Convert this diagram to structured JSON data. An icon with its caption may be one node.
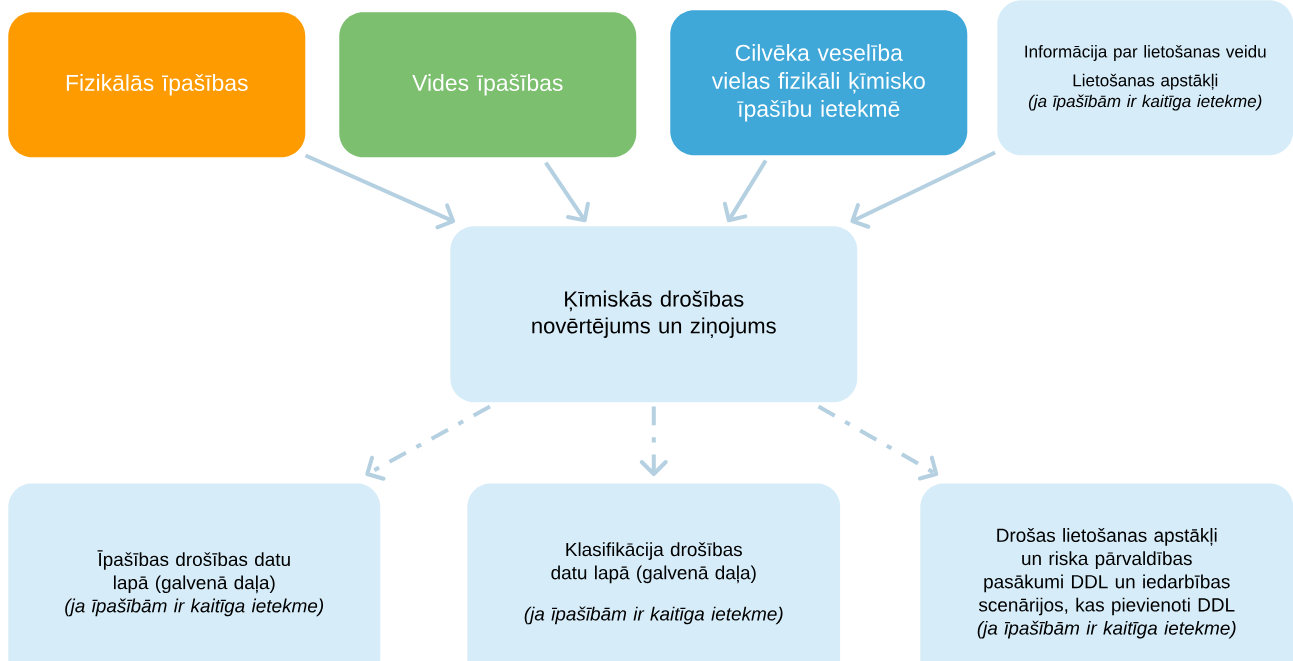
{
  "diagram": {
    "nodes": [
      {
        "text": [
          "Fizikālās īpašības"
        ]
      },
      {
        "text": [
          "Vides īpašības"
        ]
      },
      {
        "text": [
          "Cilvēka veselība vielas fizikāli ķīmisko īpašību ietekmē"
        ]
      },
      {
        "text": [
          "Informācija par lietošanas veidu",
          "Lietošanas apstākļi",
          "(ja īpašībām ir kaitīga ietekme)"
        ]
      },
      {
        "text": [
          "Ķīmiskās drošības novērtējums un ziņojums"
        ]
      },
      {
        "text": [
          "Īpašības drošības datu lapā (galvenā daļa)",
          "(ja īpašībām ir kaitīga ietekme)"
        ]
      },
      {
        "text": [
          "Klasifikācija drošības datu lapā (galvenā daļa)",
          "(ja īpašībām ir kaitīga ietekme)"
        ]
      },
      {
        "text": [
          "Drošas lietošanas apstākļi un riska pārvaldības pasākumi DDL un iedarbības scenārijos, kas pievienoti DDL",
          "(ja īpašībām ir kaitīga ietekme)"
        ]
      }
    ],
    "edges": [
      {
        "from": 0,
        "to": 4,
        "arrow": "to"
      },
      {
        "from": 1,
        "to": 4,
        "arrow": "to"
      },
      {
        "from": 2,
        "to": 4,
        "arrow": "to"
      },
      {
        "from": 3,
        "to": 4,
        "arrow": "to"
      },
      {
        "from": 4,
        "to": 5,
        "arrow": "to",
        "style": "dashed"
      },
      {
        "from": 4,
        "to": 6,
        "arrow": "to",
        "style": "dashed"
      },
      {
        "from": 4,
        "to": 7,
        "arrow": "to",
        "style": "dashed"
      }
    ]
  }
}
